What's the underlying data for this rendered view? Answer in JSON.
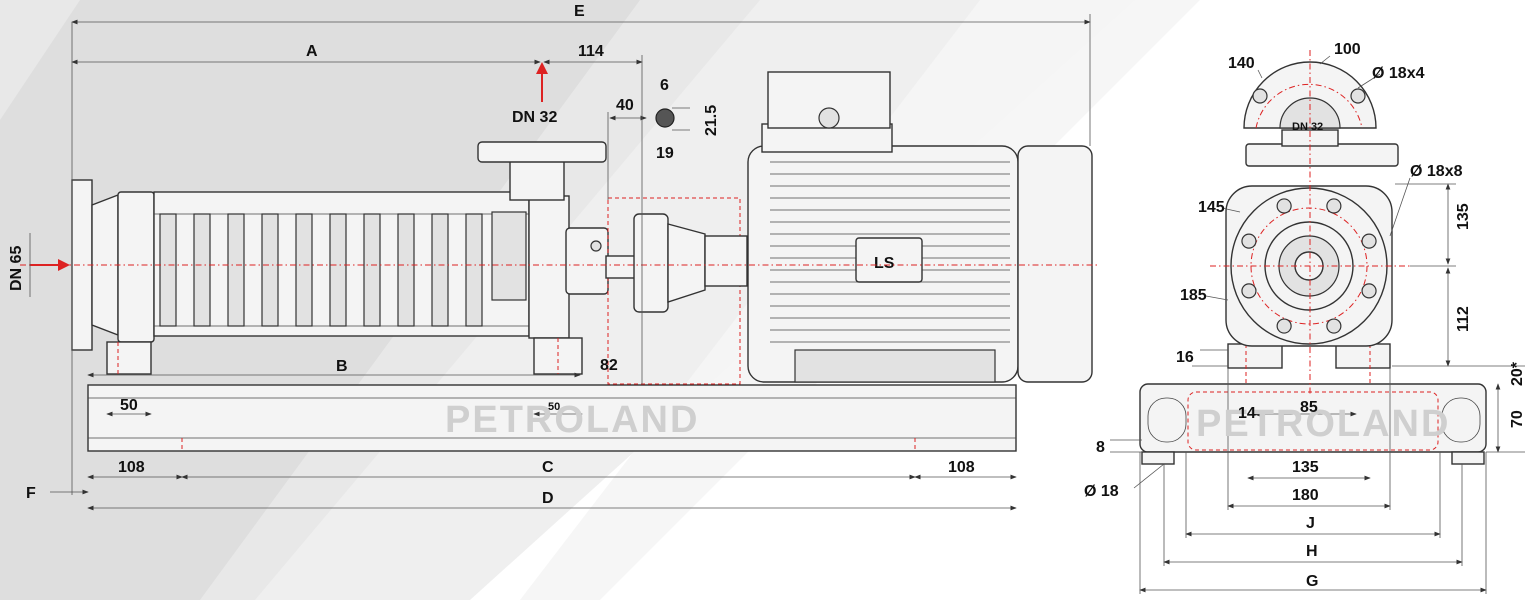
{
  "watermark": "PETROLAND",
  "side_view": {
    "overall_length": "E",
    "suction_to_outlet": "A",
    "outlet_to_shaft": "114",
    "outlet_label": "DN 32",
    "inlet_label": "DN 65",
    "key_width": "6",
    "key_height": "21.5",
    "shaft_diameter": "19",
    "shaft_length": "40",
    "foot_spacing": "B",
    "foot_width_left": "50",
    "foot_width_right": "50",
    "coupling_gap": "82",
    "base_hole_offset_left": "108",
    "base_hole_spacing": "C",
    "base_hole_offset_right": "108",
    "base_length": "D",
    "base_offset": "F"
  },
  "end_view": {
    "outlet_flange_width": "140",
    "outlet_bolt_circle": "100",
    "outlet_bolt_holes": "Ø 18x4",
    "outlet_label": "DN 32",
    "inlet_bolt_holes": "Ø 18x8",
    "inlet_bolt_circle": "145",
    "inlet_flange": "185",
    "shaft_to_top": "135",
    "shaft_height": "112",
    "foot_height": "16",
    "spacer_height": "20*",
    "foot_slot": "14",
    "foot_slot_spacing": "85",
    "base_height": "70",
    "plate_thickness": "8",
    "base_hole": "Ø 18",
    "foot_width_1": "135",
    "foot_width_2": "180",
    "base_width_j": "J",
    "base_width_h": "H",
    "base_width_g": "G"
  }
}
